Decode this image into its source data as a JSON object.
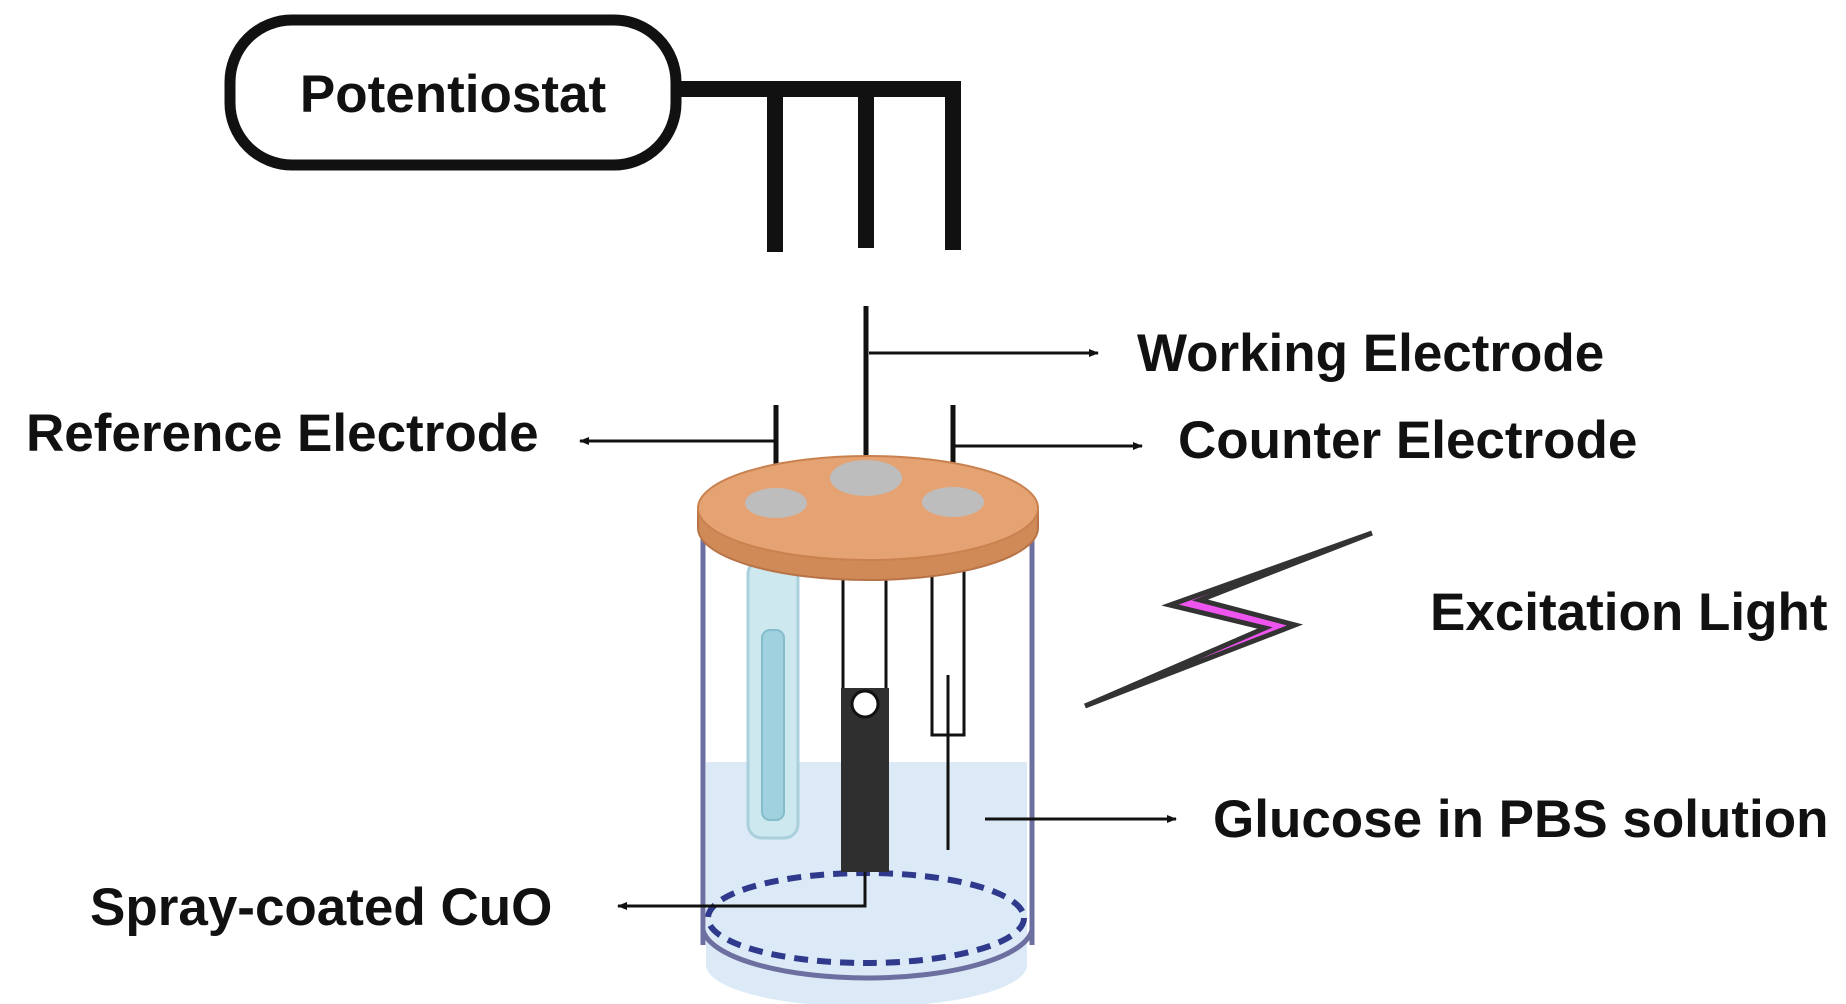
{
  "labels": {
    "potentiostat": "Potentiostat",
    "working_electrode": "Working Electrode",
    "reference_electrode": "Reference Electrode",
    "counter_electrode": "Counter Electrode",
    "excitation_light": "Excitation Light",
    "glucose_solution": "Glucose in PBS solution",
    "spray_coated": "Spray-coated CuO"
  },
  "colors": {
    "lid": "#e5a272",
    "lid_edge": "#c9814f",
    "electrode_hole": "#bdbdbd",
    "solution": "#dbeaf6",
    "beaker_outline": "#6c6fa0",
    "bolt": "#ee55ee",
    "reference_tube": "#bfe2ea",
    "cuo_film": "#2f2f2f",
    "lines": "#111111"
  },
  "icons": {
    "excitation": "lightning-bolt-icon"
  }
}
